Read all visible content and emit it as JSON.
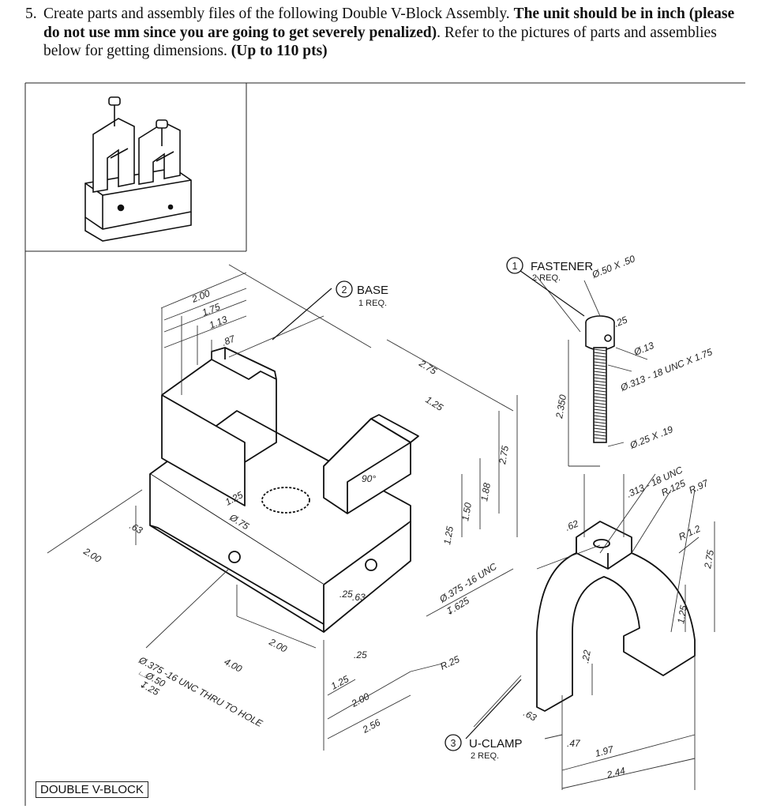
{
  "question": {
    "number": "5.",
    "intro": "Create parts and assembly files of the following Double V-Block Assembly.",
    "bold_unit": "The unit should be in inch (please do not use mm since you are going to get severely penalized)",
    "mid": ". Refer to the pictures of parts and assemblies below for getting dimensions.",
    "points": "(Up to 110 pts)"
  },
  "assembly_label": "DOUBLE V-BLOCK",
  "parts": {
    "fastener": {
      "num": "1",
      "name": "FASTENER",
      "qty": "2 REQ."
    },
    "base": {
      "num": "2",
      "name": "BASE",
      "qty": "1 REQ."
    },
    "uclamp": {
      "num": "3",
      "name": "U-CLAMP",
      "qty": "2 REQ."
    }
  },
  "dims": {
    "d200a": "2.00",
    "d175": "1.75",
    "d113": "1.13",
    "d87": ".87",
    "d275a": "2.75",
    "d125a": "1.25",
    "d90": "90°",
    "d125b": "1.25",
    "d075": "Ø.75",
    "d63a": ".63",
    "d200b": "2.00",
    "d275b": "2.75",
    "d188": "1.88",
    "d150": "1.50",
    "d125c": "1.25",
    "d25a": ".25",
    "d63b": ".63",
    "d200c": "2.00",
    "d400": "4.00",
    "d25b": ".25",
    "d125d": "1.25",
    "d200d": "2.00",
    "d256": "2.56",
    "tap1": "Ø.375 -16 UNC",
    "tap2": "↧.625",
    "r25": "R.25",
    "thru1": "Ø.375 -16 UNC THRU TO HOLE",
    "thru2": "⌴Ø.50",
    "thru3": "↧.25",
    "f_head": "Ø.50 X .50",
    "f_25": ".25",
    "f_13": "Ø.13",
    "f_thread": "Ø.313 - 18 UNC X 1.75",
    "f_2350": "2.350",
    "f_tip": "Ø.25 X .19",
    "u_unc": ".313 - 18 UNC",
    "u_r125": "R.125",
    "u_r97": "R.97",
    "u_r12": "R 1.2",
    "u_62": ".62",
    "u_275": "2.75",
    "u_125": "1.25",
    "u_22": ".22",
    "u_63": ".63",
    "u_47": ".47",
    "u_197": "1.97",
    "u_244": "2.44"
  }
}
